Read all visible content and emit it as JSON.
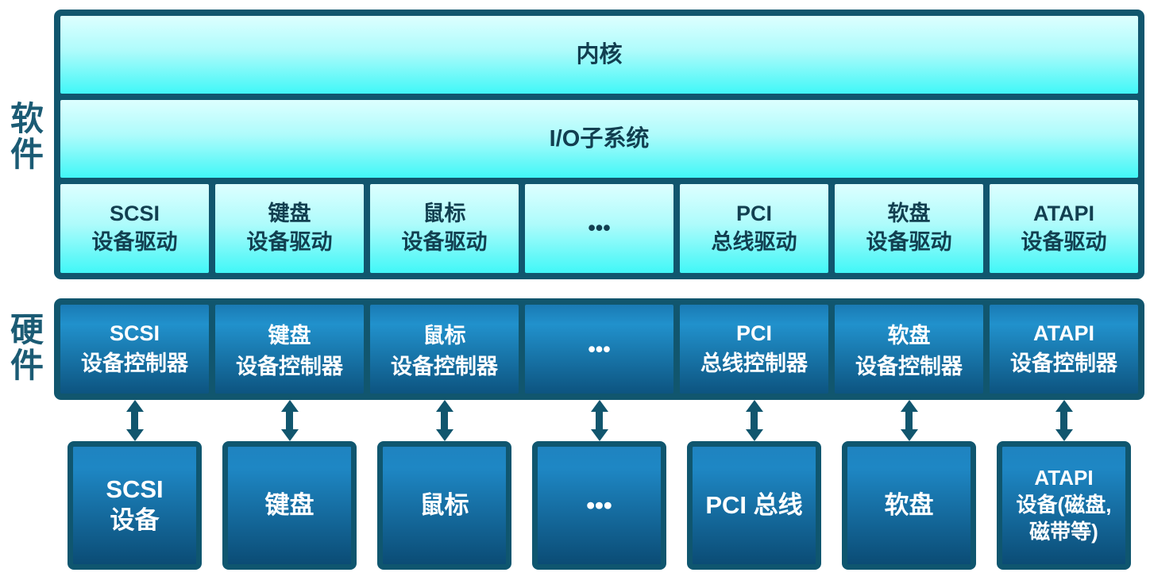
{
  "labels": {
    "software": "软件",
    "hardware": "硬件"
  },
  "software": {
    "kernel": "内核",
    "io_subsystem": "I/O子系统",
    "drivers": [
      "SCSI\n设备驱动",
      "键盘\n设备驱动",
      "鼠标\n设备驱动",
      "•••",
      "PCI\n总线驱动",
      "软盘\n设备驱动",
      "ATAPI\n设备驱动"
    ]
  },
  "hardware": {
    "controllers": [
      "SCSI\n设备控制器",
      "键盘\n设备控制器",
      "鼠标\n设备控制器",
      "•••",
      "PCI\n总线控制器",
      "软盘\n设备控制器",
      "ATAPI\n设备控制器"
    ],
    "devices": [
      "SCSI\n设备",
      "键盘",
      "鼠标",
      "•••",
      "PCI 总线",
      "软盘",
      "ATAPI\n设备(磁盘,\n磁带等)"
    ]
  },
  "colors": {
    "frame": "#11566e",
    "cyan_top": "#ddffff",
    "cyan_bottom": "#41f7f7",
    "blue_top": "#1a7ab4",
    "blue_bottom": "#0d5480",
    "text_dark": "#123f50",
    "text_light": "#ffffff"
  }
}
